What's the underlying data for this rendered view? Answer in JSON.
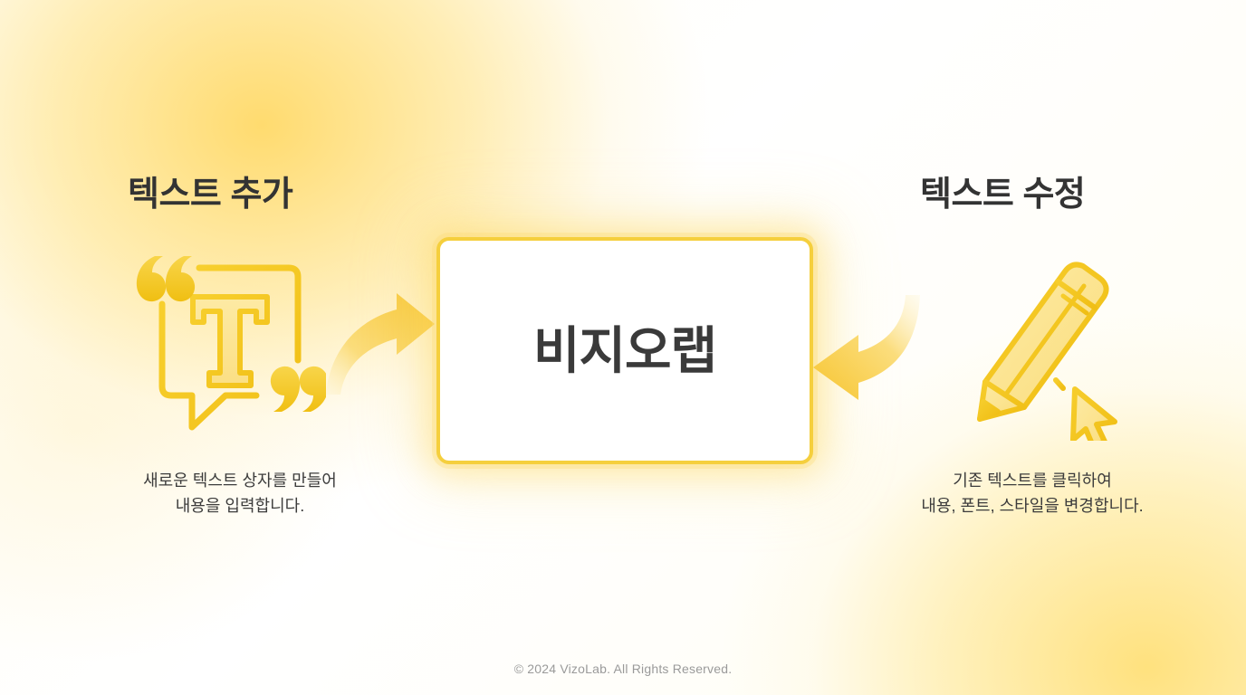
{
  "slide": {
    "background_colors": {
      "base": "#ffffff",
      "glow_top_left": "#ffd863",
      "glow_bottom_right": "#ffe078"
    }
  },
  "panels": {
    "left": {
      "heading": "텍스트 추가",
      "icon_name": "speech-bubble-text-icon",
      "caption": "새로운 텍스트 상자를 만들어\n내용을 입력합니다.",
      "arrow_name": "curved-arrow-right-icon"
    },
    "right": {
      "heading": "텍스트 수정",
      "icon_name": "pencil-edit-cursor-icon",
      "caption": "기존 텍스트를 클릭하여\n내용, 폰트, 스타일을 변경합니다.",
      "arrow_name": "curved-arrow-left-icon"
    }
  },
  "center": {
    "label": "비지오랩",
    "border_color": "#f5cf3d",
    "text_color": "#3a3a3a"
  },
  "footer": {
    "copyright": "© 2024 VizoLab. All Rights Reserved."
  },
  "theme": {
    "accent": "#f5c518",
    "accent_light": "#fbe089",
    "heading_color": "#333333",
    "caption_color": "#3c3c3c",
    "footer_color": "#9a9a9a"
  }
}
